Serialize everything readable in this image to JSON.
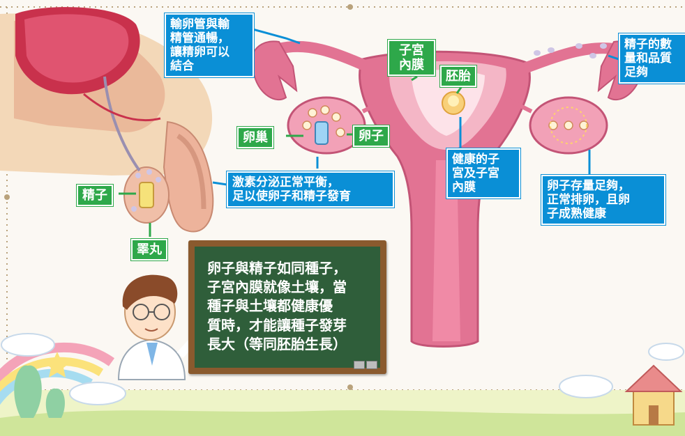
{
  "labels": {
    "tube_note": [
      "輸卵管與輸",
      "精管通暢，",
      "讓精卵可以",
      "結合"
    ],
    "hormone_note": [
      "激素分泌正常平衡，",
      "足以使卵子和精子發育"
    ],
    "sperm_quality_note": [
      "精子的數",
      "量和品質",
      "足夠"
    ],
    "endometrium_note": [
      "健康的子",
      "宮及子宮",
      "內膜"
    ],
    "egg_reserve_note": [
      "卵子存量足夠，",
      "正常排卵，且卵",
      "子成熟健康"
    ],
    "uterus_lining": [
      "子宮",
      "內膜"
    ],
    "embryo": "胚胎",
    "ovary": "卵巢",
    "egg": "卵子",
    "sperm": "精子",
    "testis": "睪丸"
  },
  "chalkboard": {
    "lines": [
      "卵子與精子如同種子，",
      "子宮內膜就像土壤，當",
      "種子與土壤都健康優",
      "質時，才能讓種子發芽",
      "長大（等同胚胎生長）"
    ]
  },
  "colors": {
    "callout_blue": "#0a8fd6",
    "label_green": "#2ea84a",
    "uterus_pink": "#e27393",
    "board_green": "#2f5e3a",
    "board_frame": "#8a5a2e"
  }
}
